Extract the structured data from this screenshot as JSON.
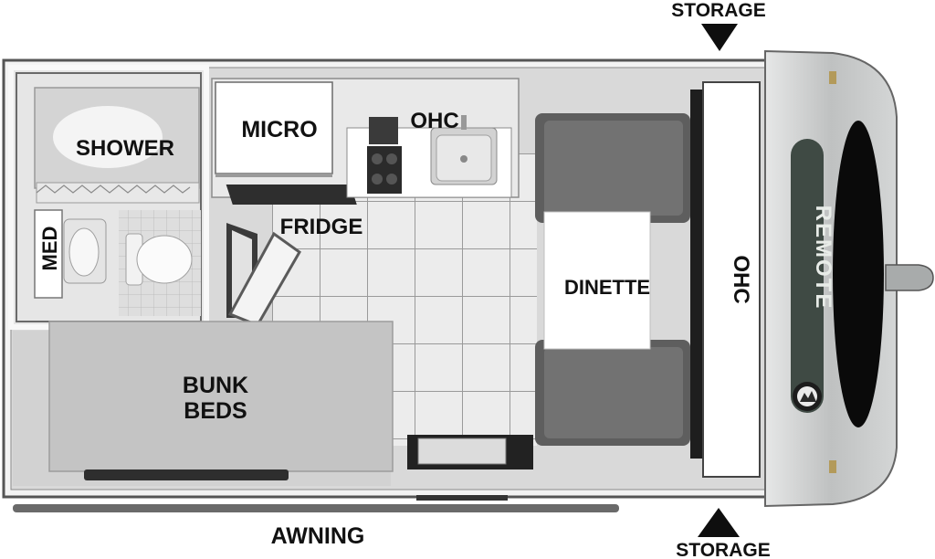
{
  "labels": {
    "storage_top": "STORAGE",
    "storage_bottom": "STORAGE",
    "shower": "SHOWER",
    "med": "MED",
    "micro": "MICRO",
    "ohc_kitchen": "OHC",
    "fridge": "FRIDGE",
    "dinette": "DINETTE",
    "ohc_front": "OHC",
    "bunk_line1": "BUNK",
    "bunk_line2": "BEDS",
    "awning": "AWNING"
  },
  "brand": {
    "name": "REMOTE"
  },
  "colors": {
    "wall": "#f2f2f2",
    "floor": "#dcdcdc",
    "tile": "#ededed",
    "bunk": "#c4c4c4",
    "cushion": "#5e5e5e",
    "cap": "#c9cbcb",
    "label": "#111111"
  }
}
